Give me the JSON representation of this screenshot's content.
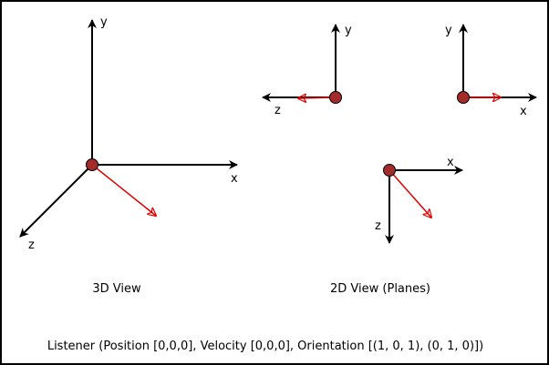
{
  "colors": {
    "border": "#000000",
    "axis": "#000000",
    "vector": "#e00000",
    "listener_fill": "#a52a2a",
    "listener_stroke": "#000000"
  },
  "view_3d": {
    "caption": "3D View",
    "axis_labels": {
      "x": "x",
      "y": "y",
      "z": "z"
    }
  },
  "view_2d": {
    "caption": "2D View (Planes)",
    "plane_zy": {
      "horizontal_label": "z",
      "vertical_label": "y"
    },
    "plane_xy": {
      "horizontal_label": "x",
      "vertical_label": "y"
    },
    "plane_xz": {
      "horizontal_label": "x",
      "vertical_label": "z"
    }
  },
  "footer": {
    "text": "Listener (Position [0,0,0], Velocity [0,0,0], Orientation [(1, 0, 1), (0, 1, 0)])"
  }
}
